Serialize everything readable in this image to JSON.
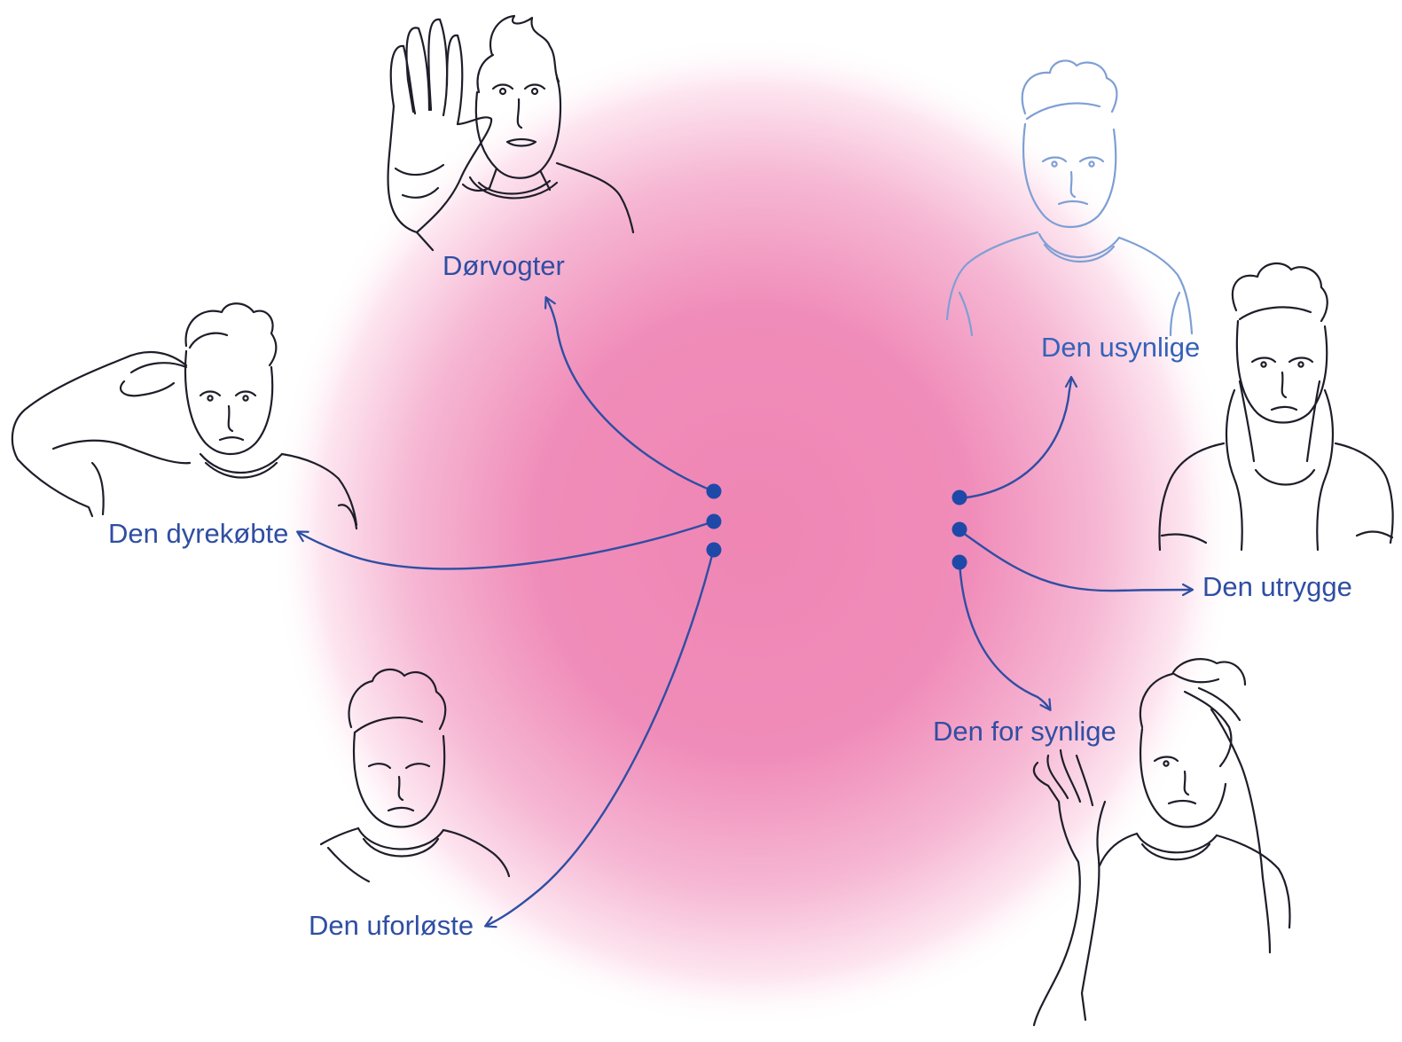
{
  "colors": {
    "glow_center": "#ef86b4",
    "glow_edge": "#ffffff",
    "label": "#2f4ea3",
    "dot": "#1e49a8",
    "sketch": "#1e1e2a",
    "sketch_faded": "#7e9fd4"
  },
  "roles": {
    "dorvogter": "Dørvogter",
    "dyrekobte": "Den dyrekøbte",
    "uforloste": "Den uforløste",
    "usynlige": "Den usynlige",
    "utrygge": "Den utrygge",
    "for_synlige": "Den for synlige"
  },
  "figures": {
    "gatekeeper": "boy-raising-palm-stop-figure",
    "expensive": "boy-saluting-figure",
    "unresolved": "boy-looking-down-figure",
    "invisible": "faded-boy-figure",
    "insecure": "boy-hands-on-cheeks-figure",
    "too_visible": "boy-covering-eye-waving-figure"
  }
}
